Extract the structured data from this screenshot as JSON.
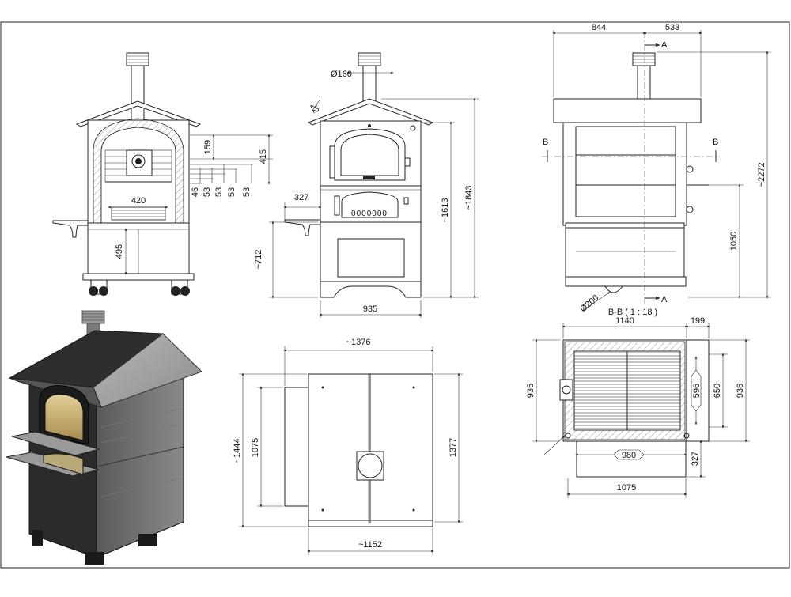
{
  "views": {
    "front_section": {
      "dims": {
        "d159": "159",
        "d415": "415",
        "d46": "46",
        "d53a": "53",
        "d53b": "53",
        "d53c": "53",
        "d53d": "53",
        "d420": "420",
        "d495": "495"
      }
    },
    "front_view": {
      "dims": {
        "d160": "Ø160",
        "d22": "22",
        "d327": "327",
        "d712": "~712",
        "d1613": "~1613",
        "d1843": "~1843",
        "d935": "935"
      },
      "door_label": "0000000"
    },
    "side_section": {
      "dims": {
        "d844": "844",
        "d533": "533",
        "d2272": "~2272",
        "d1050": "1050",
        "d200": "Ø200"
      },
      "markers": {
        "a_top": "A",
        "a_bottom": "A",
        "b_left": "B",
        "b_right": "B"
      },
      "caption": "B-B ( 1 : 18 )"
    },
    "top_view": {
      "dims": {
        "d1376": "~1376",
        "d1444": "~1444",
        "d1075": "1075",
        "d1377": "1377",
        "d1152": "~1152"
      }
    },
    "plan_section": {
      "dims": {
        "d1140": "1140",
        "d199": "199",
        "d935": "935",
        "d596": "596",
        "d650": "650",
        "d936": "936",
        "d980": "980",
        "d327": "327",
        "d1075": "1075"
      }
    }
  },
  "colors": {
    "line": "#222222",
    "body_dark": "#2b2b2b",
    "roof_grey": "#9a9a9a",
    "oven_glass": "#c9b27a"
  }
}
